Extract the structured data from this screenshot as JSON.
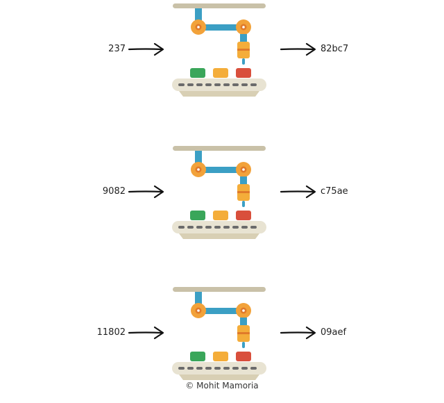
{
  "rows": [
    {
      "input": "237",
      "output": "82bc7"
    },
    {
      "input": "9082",
      "output": "c75ae"
    },
    {
      "input": "11802",
      "output": "09aef"
    }
  ],
  "credit": "© Mohit Mamoria",
  "colors": {
    "rail": "#c9c1a8",
    "arm": "#3b9fc4",
    "joint": "#f2a23a",
    "joint_inner": "#e07a2a",
    "belt": "#e8e3d2",
    "belt_dash": "#6b6b6b",
    "belt_base": "#d8cfb4",
    "box_green": "#3aa65a",
    "box_orange": "#f4ad3a",
    "box_red": "#d94f3c",
    "arrow": "#111111"
  }
}
